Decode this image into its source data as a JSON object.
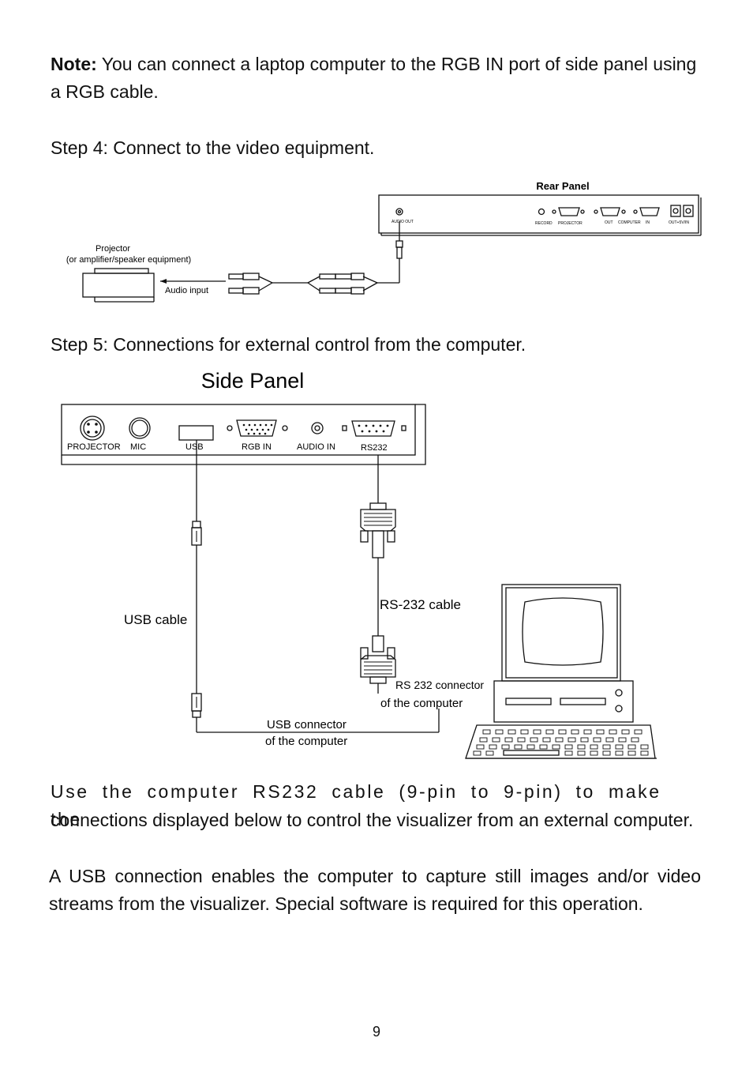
{
  "note": {
    "label": "Note:",
    "text": " You can connect a laptop computer to the RGB IN port of side panel using a RGB cable."
  },
  "step4": {
    "heading": "Step 4: Connect to the video equipment.",
    "diagram": {
      "title": "Rear Panel",
      "projector_label_1": "Projector",
      "projector_label_2": "(or amplifier/speaker equipment)",
      "audio_input": "Audio input",
      "port_audio_out": "AUDIO OUT",
      "port_record": "RECORD",
      "port_projector": "PROJECTOR",
      "port_out": "OUT",
      "port_computer": "COMPUTER",
      "port_in": "IN",
      "port_power": "OUT+5V/IN"
    }
  },
  "step5": {
    "heading": "Step 5: Connections for external control from the computer.",
    "diagram": {
      "title": "Side Panel",
      "port_projector": "PROJECTOR",
      "port_mic": "MIC",
      "port_usb": "USB",
      "port_rgb_in": "RGB IN",
      "port_audio_in": "AUDIO IN",
      "port_rs232": "RS232",
      "usb_cable": "USB cable",
      "rs232_cable": "RS-232 cable",
      "rs232_connector_1": "RS 232 connector",
      "rs232_connector_2": "of the computer",
      "usb_connector_1": "USB connector",
      "usb_connector_2": "of the computer"
    }
  },
  "body": {
    "paragraph1_line1": "Use the computer RS232 cable (9-pin to 9-pin) to make the",
    "paragraph1_rest": "connections displayed below to control the visualizer from an external computer.",
    "paragraph2": "A USB connection enables the computer to capture still images and/or video streams from the visualizer.  Special software is required for this operation."
  },
  "page_number": "9"
}
